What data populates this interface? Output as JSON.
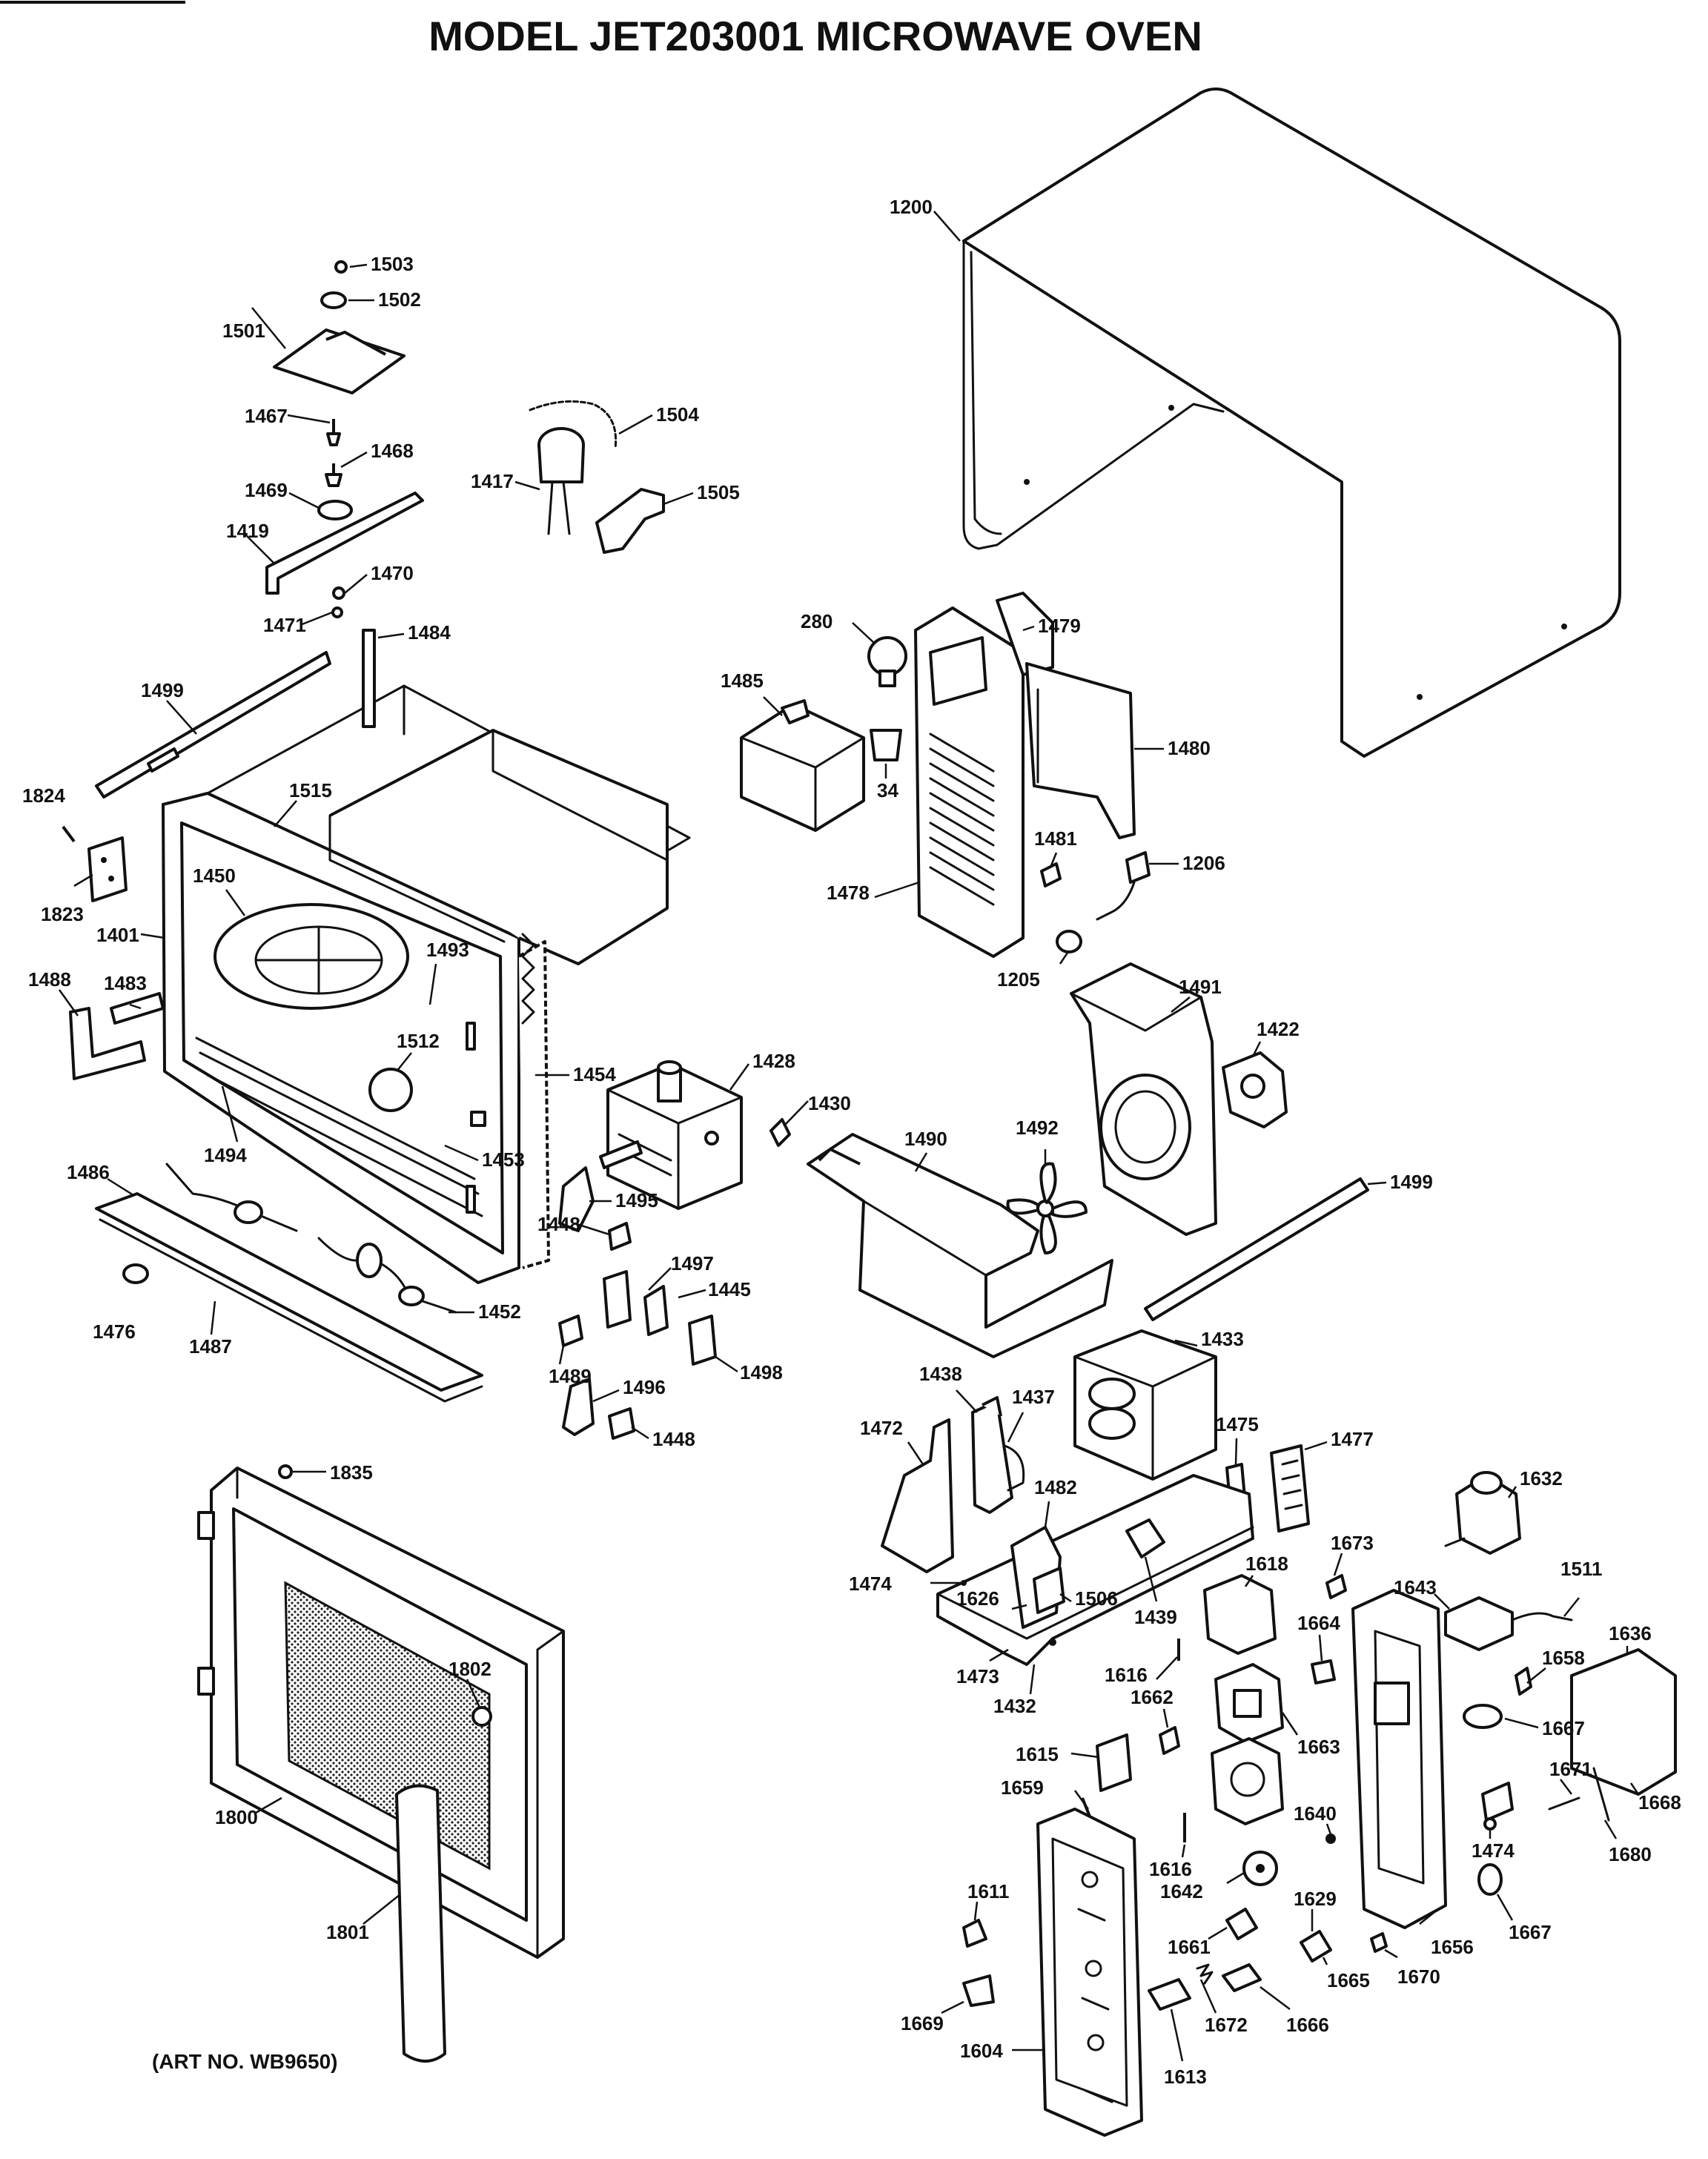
{
  "title": "MODEL  JET203001  MICROWAVE OVEN",
  "art_no": "(ART NO. WB9650)",
  "labels": {
    "p1200": "1200",
    "p1503": "1503",
    "p1502": "1502",
    "p1501": "1501",
    "p1467": "1467",
    "p1468": "1468",
    "p1469": "1469",
    "p1419": "1419",
    "p1470": "1470",
    "p1471": "1471",
    "p1504": "1504",
    "p1417": "1417",
    "p1505": "1505",
    "p1484": "1484",
    "p1499a": "1499",
    "p1824": "1824",
    "p1823": "1823",
    "p1515": "1515",
    "p1450": "1450",
    "p1401": "1401",
    "p1488": "1488",
    "p1483": "1483",
    "p1493": "1493",
    "p1512": "1512",
    "p1454": "1454",
    "p1428": "1428",
    "p1494": "1494",
    "p1453": "1453",
    "p1486": "1486",
    "p1495": "1495",
    "p1448a": "1448",
    "p1497": "1497",
    "p1445": "1445",
    "p1452": "1452",
    "p1476": "1476",
    "p1487": "1487",
    "p1489": "1489",
    "p1496": "1496",
    "p1498": "1498",
    "p1448b": "1448",
    "p1430": "1430",
    "p280": "280",
    "p1479": "1479",
    "p1485": "1485",
    "p1480": "1480",
    "p34": "34",
    "p1481": "1481",
    "p1206": "1206",
    "p1478": "1478",
    "p1205": "1205",
    "p1491": "1491",
    "p1422": "1422",
    "p1490": "1490",
    "p1492": "1492",
    "p1499b": "1499",
    "p1433": "1433",
    "p1438": "1438",
    "p1437": "1437",
    "p1472": "1472",
    "p1475": "1475",
    "p1477": "1477",
    "p1482": "1482",
    "p1632": "1632",
    "p1474a": "1474",
    "p1626": "1626",
    "p1506": "1506",
    "p1439": "1439",
    "p1618": "1618",
    "p1673": "1673",
    "p1643": "1643",
    "p1511": "1511",
    "p1473": "1473",
    "p1664": "1664",
    "p1636": "1636",
    "p1616a": "1616",
    "p1658": "1658",
    "p1432": "1432",
    "p1662": "1662",
    "p1663": "1663",
    "p1667a": "1667",
    "p1615": "1615",
    "p1659": "1659",
    "p1671": "1671",
    "p1668": "1668",
    "p1640": "1640",
    "p1474b": "1474",
    "p1680": "1680",
    "p1616b": "1616",
    "p1642": "1642",
    "p1629": "1629",
    "p1611": "1611",
    "p1661": "1661",
    "p1656": "1656",
    "p1667b": "1667",
    "p1665": "1665",
    "p1670": "1670",
    "p1669": "1669",
    "p1672": "1672",
    "p1666": "1666",
    "p1604": "1604",
    "p1613": "1613",
    "p1835": "1835",
    "p1802": "1802",
    "p1800": "1800",
    "p1801": "1801"
  }
}
